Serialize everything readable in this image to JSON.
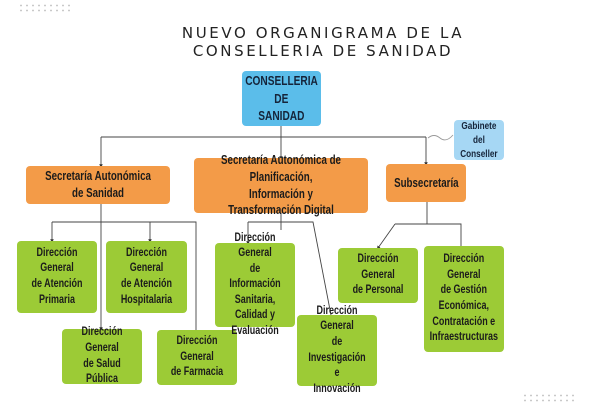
{
  "title": {
    "line1": "NUEVO ORGANIGRAMA DE LA",
    "line2": "CONSELLERIA DE SANIDAD"
  },
  "colors": {
    "top": "#5bbdea",
    "gabinete": "#a6d7f4",
    "secretarias": "#f39b48",
    "direcciones": "#9ccb36"
  },
  "top": {
    "label": "CONSELLERIA DE\nSANIDAD"
  },
  "gabinete": {
    "label": "Gabinete del\nConseller"
  },
  "secretarias": [
    {
      "label": "Secretaría Autonómica de Sanidad"
    },
    {
      "label": "Secretaría Autonómica de Planificación,\nInformación y Transformación Digital"
    },
    {
      "label": "Subsecretaría"
    }
  ],
  "direcciones": [
    {
      "label": "Dirección General\nde Atención\nPrimaria"
    },
    {
      "label": "Dirección General\nde Atención\nHospitalaria"
    },
    {
      "label": "Dirección General\nde Salud Pública"
    },
    {
      "label": "Dirección General\nde Farmacia"
    },
    {
      "label": "Dirección General\nde Información\nSanitaria, Calidad y\nEvaluación"
    },
    {
      "label": "Dirección General\nde Investigación e\nInnovación"
    },
    {
      "label": "Dirección General\nde Personal"
    },
    {
      "label": "Dirección General\nde Gestión\nEconómica,\nContratación e\nInfraestructuras"
    }
  ]
}
